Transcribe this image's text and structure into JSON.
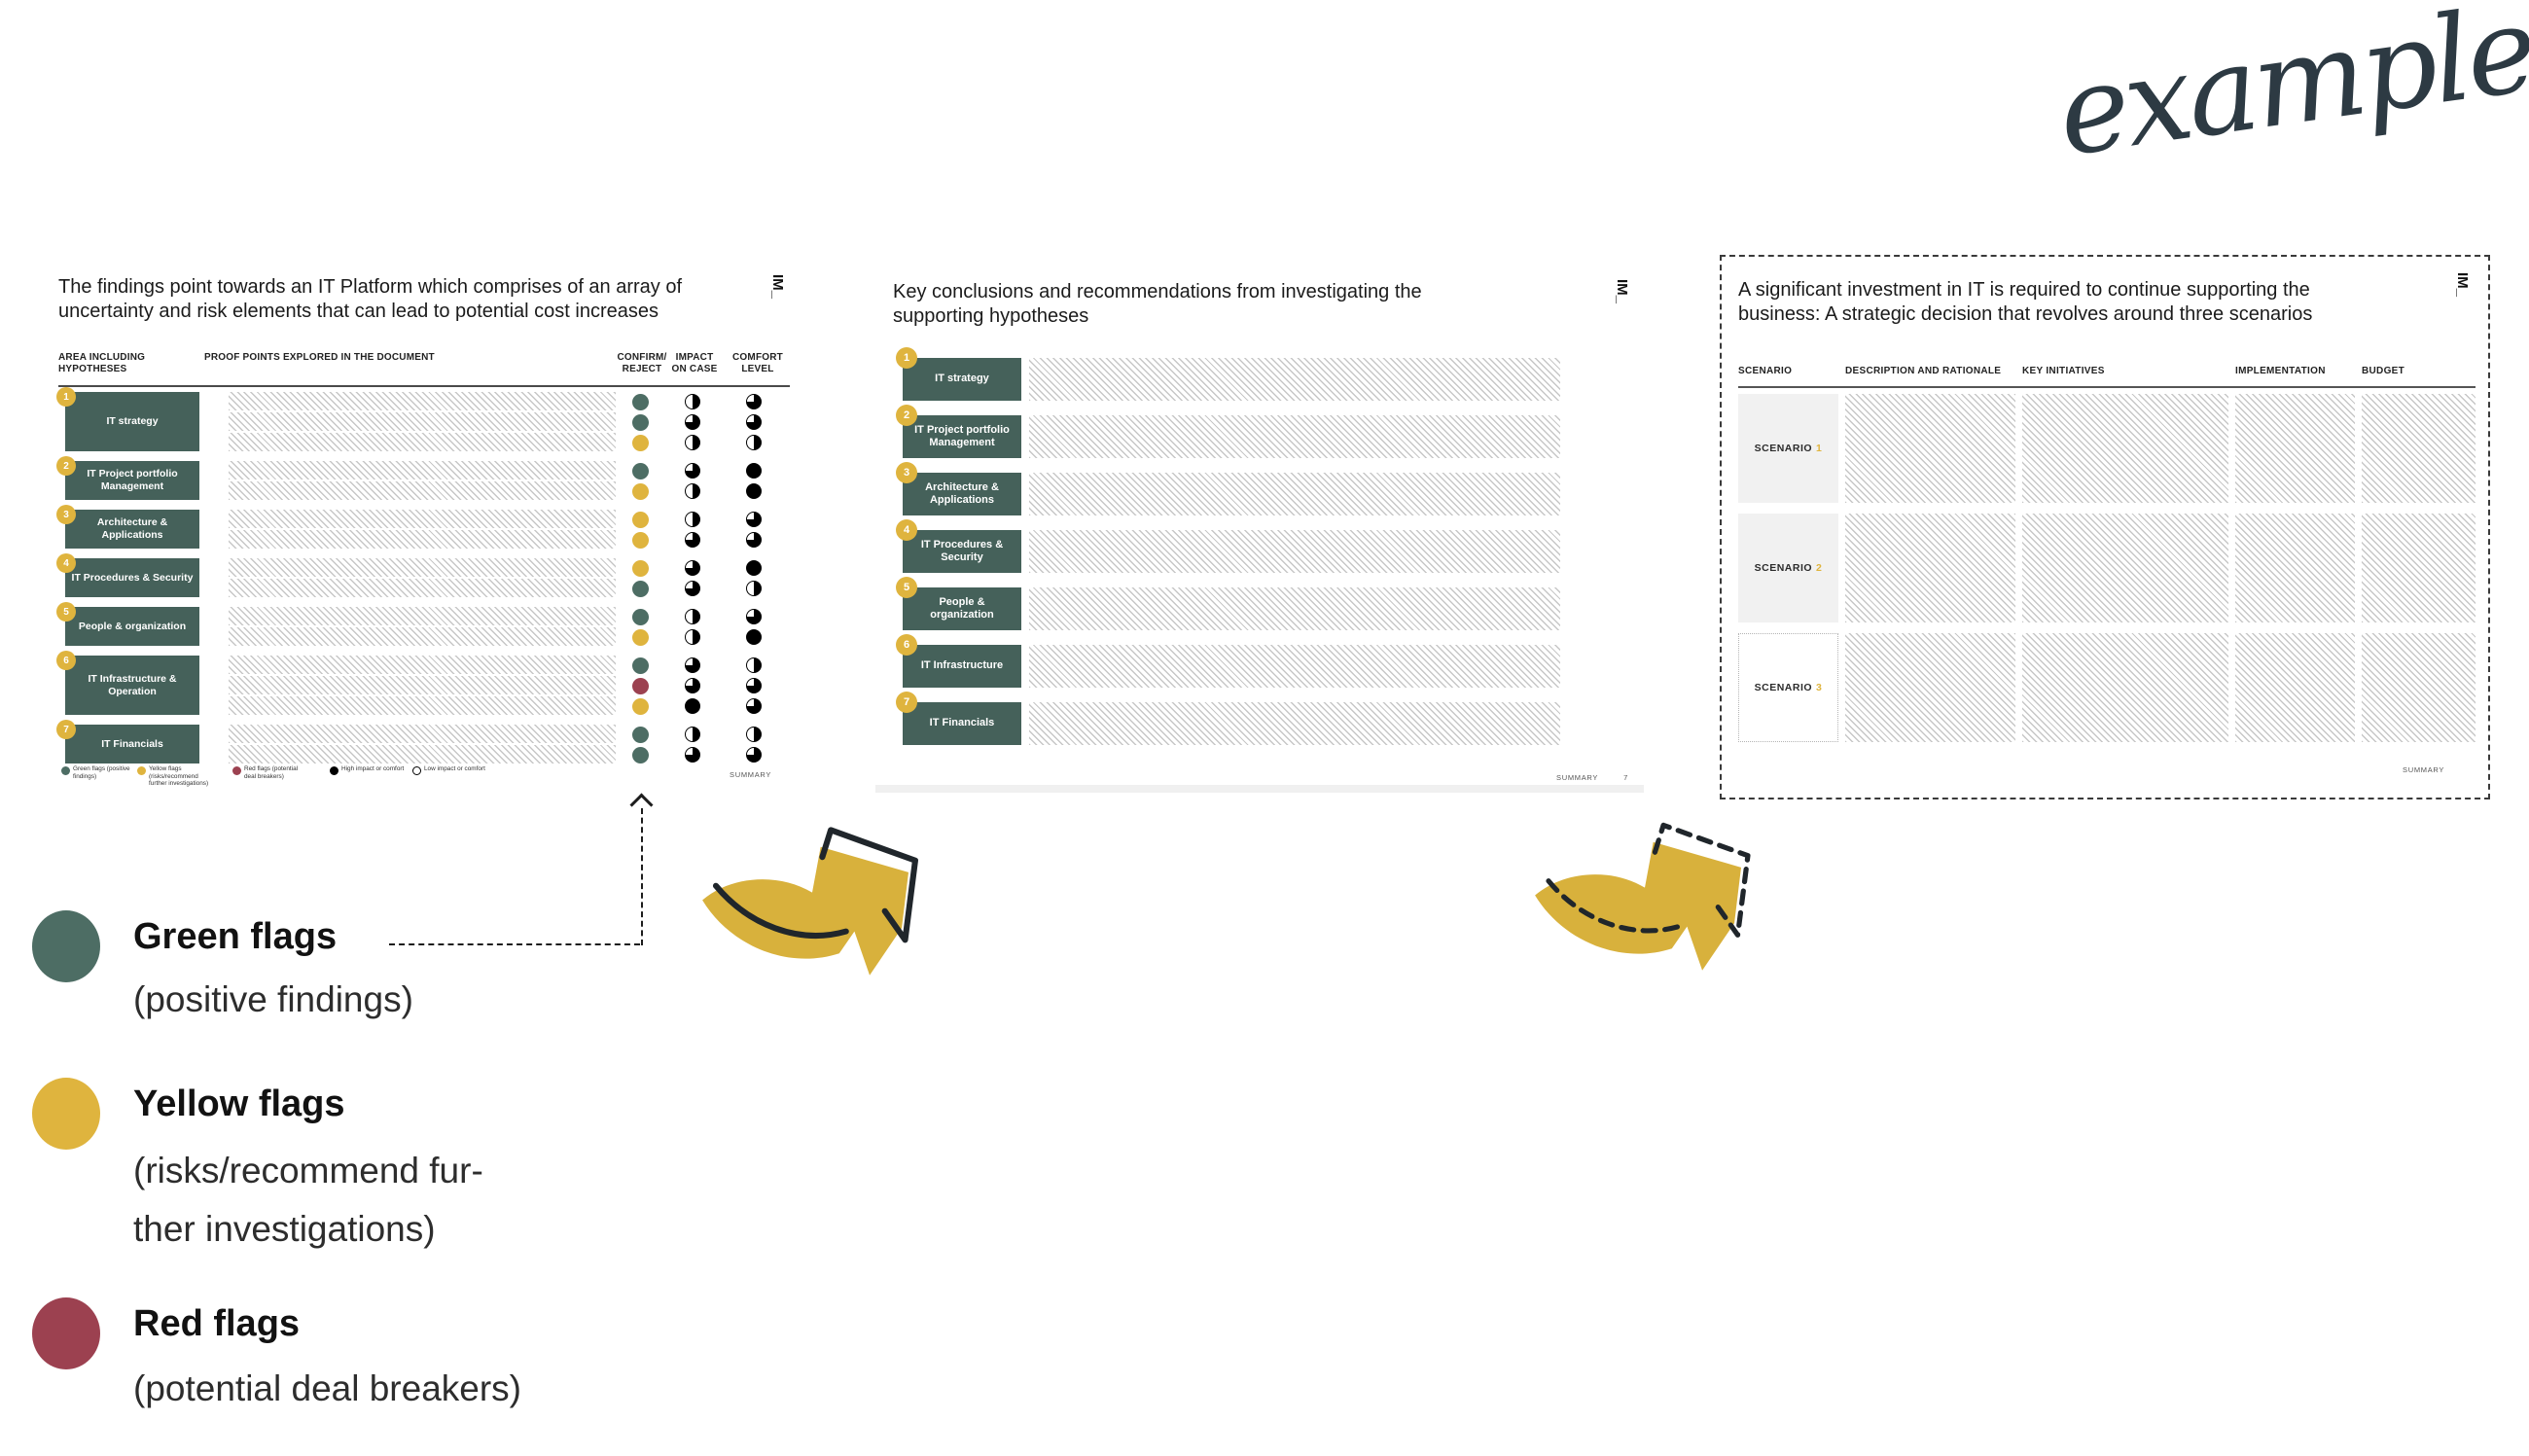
{
  "example_label": "example",
  "colors": {
    "green": "#4d6d64",
    "yellow": "#dfb43e",
    "red": "#9c4150",
    "arrow_yellow": "#d8b13c",
    "box_green": "#45615a",
    "ink": "#20262b"
  },
  "slide1": {
    "title": "The findings point towards an IT Platform which comprises of an array of uncertainty and risk elements that can lead to potential cost increases",
    "logo": "IM_",
    "columns": {
      "area": "AREA INCLUDING\nHYPOTHESES",
      "proof": "PROOF POINTS EXPLORED IN THE DOCUMENT",
      "confirm": "CONFIRM/\nREJECT",
      "impact": "IMPACT\nON CASE",
      "comfort": "COMFORT\nLEVEL"
    },
    "rows": [
      {
        "num": "1",
        "label": "IT strategy",
        "subs": [
          {
            "flag": "green",
            "impact": 50,
            "comfort": 75
          },
          {
            "flag": "green",
            "impact": 75,
            "comfort": 75
          },
          {
            "flag": "yellow",
            "impact": 50,
            "comfort": 50
          }
        ]
      },
      {
        "num": "2",
        "label": "IT Project portfolio Management",
        "subs": [
          {
            "flag": "green",
            "impact": 75,
            "comfort": 100
          },
          {
            "flag": "yellow",
            "impact": 50,
            "comfort": 100
          }
        ]
      },
      {
        "num": "3",
        "label": "Architecture & Applications",
        "subs": [
          {
            "flag": "yellow",
            "impact": 50,
            "comfort": 75
          },
          {
            "flag": "yellow",
            "impact": 75,
            "comfort": 75
          }
        ]
      },
      {
        "num": "4",
        "label": "IT Procedures & Security",
        "subs": [
          {
            "flag": "yellow",
            "impact": 75,
            "comfort": 100
          },
          {
            "flag": "green",
            "impact": 75,
            "comfort": 50
          }
        ]
      },
      {
        "num": "5",
        "label": "People & organization",
        "subs": [
          {
            "flag": "green",
            "impact": 50,
            "comfort": 75
          },
          {
            "flag": "yellow",
            "impact": 50,
            "comfort": 100
          }
        ]
      },
      {
        "num": "6",
        "label": "IT Infrastructure & Operation",
        "subs": [
          {
            "flag": "green",
            "impact": 75,
            "comfort": 50
          },
          {
            "flag": "red",
            "impact": 75,
            "comfort": 75
          },
          {
            "flag": "yellow",
            "impact": 100,
            "comfort": 75
          }
        ]
      },
      {
        "num": "7",
        "label": "IT Financials",
        "subs": [
          {
            "flag": "green",
            "impact": 50,
            "comfort": 50
          },
          {
            "flag": "green",
            "impact": 75,
            "comfort": 75
          }
        ]
      }
    ],
    "mini_legend": [
      {
        "marker": "green",
        "label": "Green flags (positive findings)"
      },
      {
        "marker": "yellow",
        "label": "Yellow flags (risks/recommend further investigations)"
      },
      {
        "marker": "red",
        "label": "Red flags (potential deal breakers)"
      },
      {
        "marker": "ball100",
        "label": "High impact or comfort"
      },
      {
        "marker": "ball0",
        "label": "Low impact or comfort"
      }
    ],
    "footer": "SUMMARY"
  },
  "slide2": {
    "title": "Key conclusions and recommendations from investigating the supporting hypotheses",
    "logo": "IM_",
    "rows": [
      {
        "num": "1",
        "label": "IT strategy"
      },
      {
        "num": "2",
        "label": "IT Project portfolio Management"
      },
      {
        "num": "3",
        "label": "Architecture & Applications"
      },
      {
        "num": "4",
        "label": "IT Procedures & Security"
      },
      {
        "num": "5",
        "label": "People & organization"
      },
      {
        "num": "6",
        "label": "IT Infrastructure"
      },
      {
        "num": "7",
        "label": "IT Financials"
      }
    ],
    "footer": "SUMMARY",
    "page": "7"
  },
  "slide3": {
    "title": "A significant investment in IT is required to continue supporting the business: A strategic decision that revolves around three scenarios",
    "logo": "IM_",
    "columns": [
      "SCENARIO",
      "DESCRIPTION AND RATIONALE",
      "KEY INITIATIVES",
      "IMPLEMENTATION",
      "BUDGET"
    ],
    "rows": [
      {
        "label": "SCENARIO",
        "num": "1",
        "style": "filled"
      },
      {
        "label": "SCENARIO",
        "num": "2",
        "style": "filled"
      },
      {
        "label": "SCENARIO",
        "num": "3",
        "style": "dotted"
      }
    ],
    "footer": "SUMMARY"
  },
  "legend": {
    "items": [
      {
        "color": "green",
        "title": "Green flags",
        "desc": "(positive findings)"
      },
      {
        "color": "yellow",
        "title": "Yellow flags",
        "desc": "(risks/recommend fur-\nther investigations)"
      },
      {
        "color": "red",
        "title": "Red flags",
        "desc": "(potential deal breakers)"
      }
    ]
  }
}
